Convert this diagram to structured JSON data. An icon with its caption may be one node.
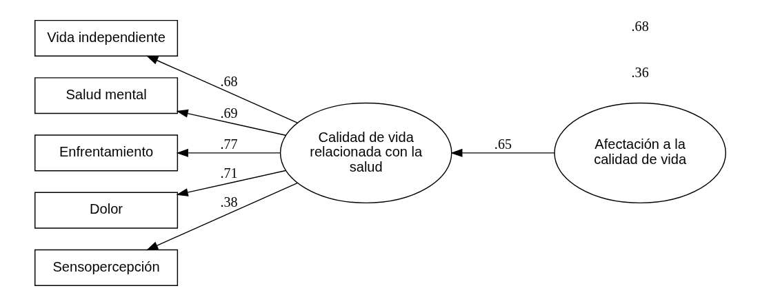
{
  "diagram": {
    "nodes": [
      {
        "text": [
          "Vida independiente"
        ]
      },
      {
        "text": [
          "Salud mental"
        ]
      },
      {
        "text": [
          "Enfrentamiento"
        ]
      },
      {
        "text": [
          "Dolor"
        ]
      },
      {
        "text": [
          "Sensopercepción"
        ]
      },
      {
        "text": [
          "Calidad de vida relacionada con la salud"
        ]
      },
      {
        "text": [
          "Afectación a la calidad de vida"
        ]
      }
    ],
    "edges": [
      {
        "from": 5,
        "to": 0,
        "arrow": "to",
        "label": ".68"
      },
      {
        "from": 5,
        "to": 1,
        "arrow": "to",
        "label": ".69"
      },
      {
        "from": 5,
        "to": 2,
        "arrow": "to",
        "label": ".77"
      },
      {
        "from": 5,
        "to": 3,
        "arrow": "to",
        "label": ".71"
      },
      {
        "from": 5,
        "to": 4,
        "arrow": "to",
        "label": ".38"
      },
      {
        "from": 6,
        "to": 5,
        "arrow": "to",
        "label": ".65"
      }
    ],
    "labels": [
      ".36",
      ".68"
    ]
  }
}
